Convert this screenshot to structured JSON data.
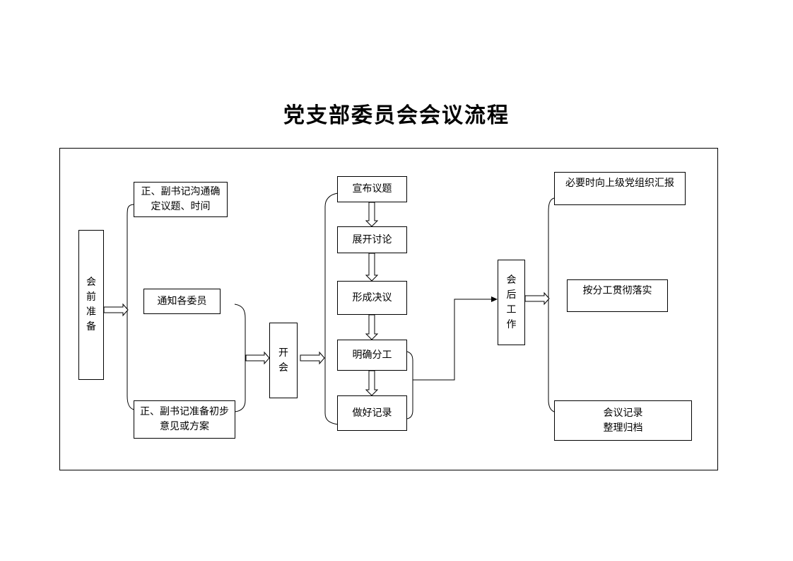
{
  "title": "党支部委员会会议流程",
  "nodes": {
    "pre_meeting": "会前准备",
    "confirm_topics": "正、副书记沟通确\n定议题、时间",
    "notify_members": "通知各委员",
    "prepare_proposal": "正、副书记准备初步\n意见或方案",
    "meeting": "开会",
    "announce_topics": "宣布议题",
    "discussion": "展开讨论",
    "resolution": "形成决议",
    "assign_tasks": "明确分工",
    "record": "做好记录",
    "post_meeting": "会后工作",
    "report_upward": "必要时向上级党组织汇报",
    "implement": "按分工贯彻落实",
    "archive": "会议记录\n整理归档"
  }
}
